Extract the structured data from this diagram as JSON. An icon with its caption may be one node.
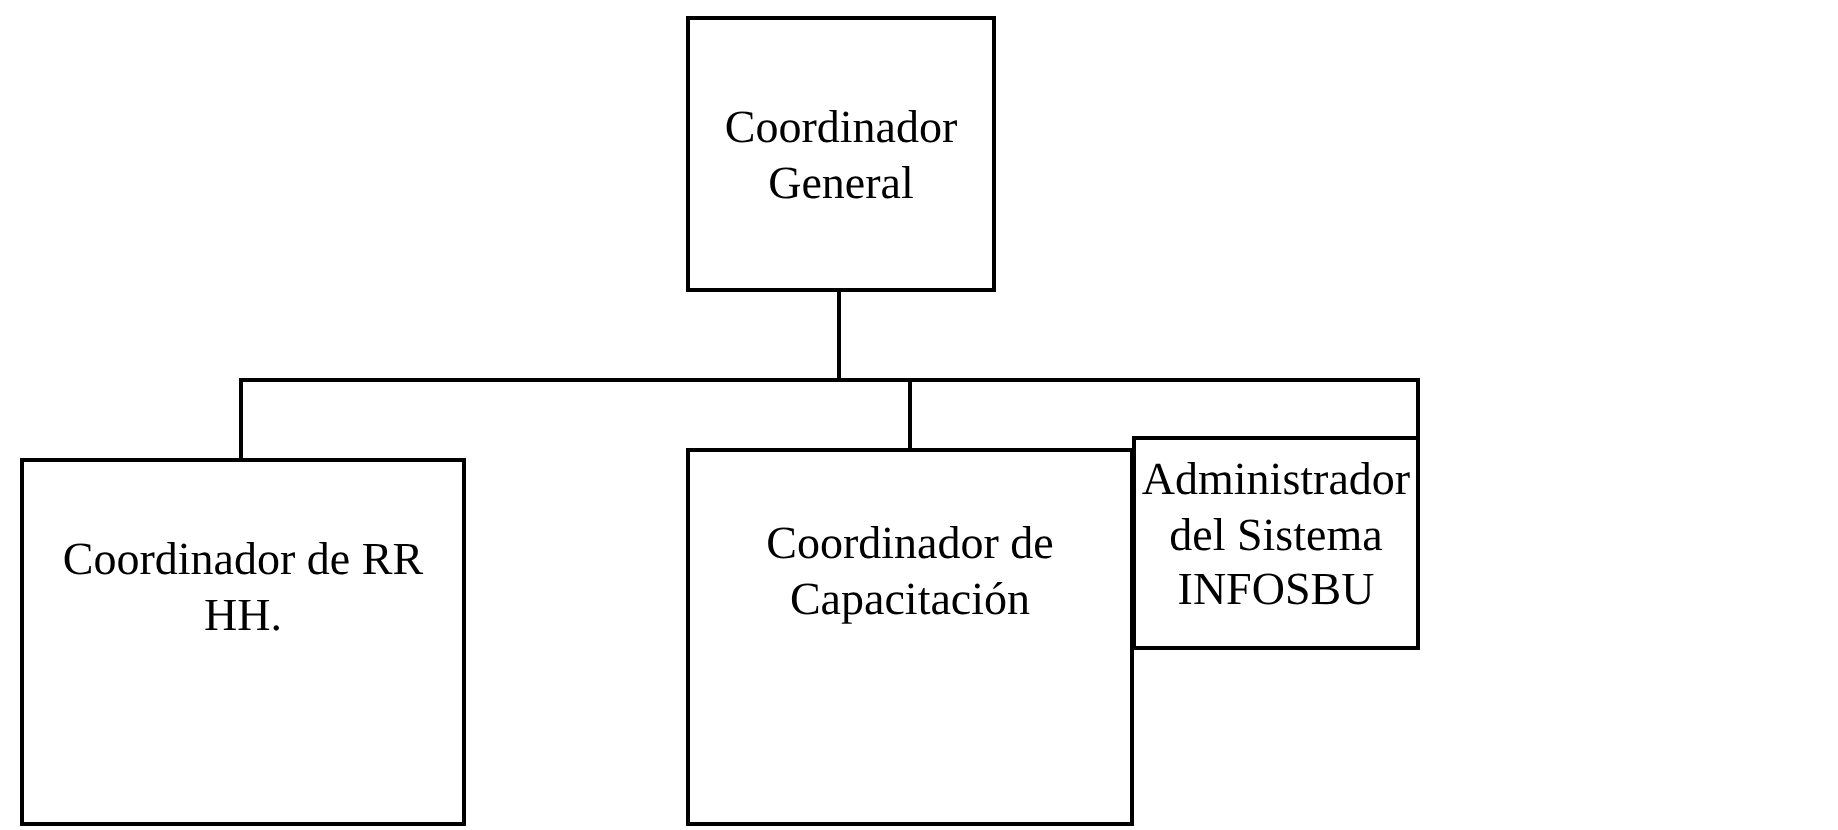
{
  "diagram": {
    "nodes": [
      {
        "text": [
          "Coordinador General"
        ]
      },
      {
        "text": [
          "Coordinador de RR HH."
        ]
      },
      {
        "text": [
          "Coordinador de Capacitación"
        ]
      },
      {
        "text": [
          "Administrador del Sistema INFOSBU"
        ]
      }
    ],
    "edges": [
      {
        "from": 0,
        "to": 1,
        "arrow": "none"
      },
      {
        "from": 0,
        "to": 2,
        "arrow": "none"
      },
      {
        "from": 0,
        "to": 3,
        "arrow": "none"
      }
    ]
  }
}
